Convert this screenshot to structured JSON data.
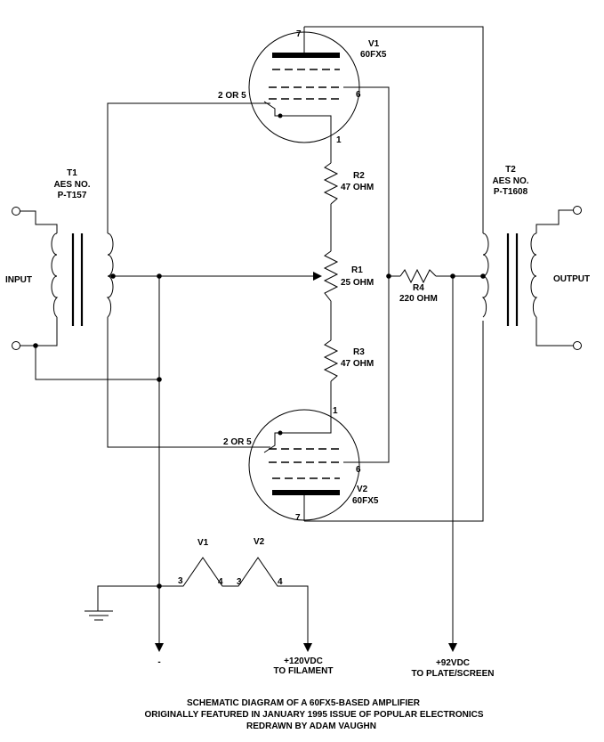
{
  "tubes": {
    "v1": {
      "name": "V1",
      "type": "60FX5",
      "pin_plate": "7",
      "pin_grid": "2 OR 5",
      "pin_screen": "6",
      "pin_cathode": "1"
    },
    "v2": {
      "name": "V2",
      "type": "60FX5",
      "pin_plate": "7",
      "pin_grid": "2 OR 5",
      "pin_screen": "6",
      "pin_cathode": "1"
    }
  },
  "transformers": {
    "t1": {
      "name": "T1",
      "line1": "AES NO.",
      "line2": "P-T157",
      "port_label": "INPUT"
    },
    "t2": {
      "name": "T2",
      "line1": "AES NO.",
      "line2": "P-T1608",
      "port_label": "OUTPUT"
    }
  },
  "resistors": {
    "r1": {
      "name": "R1",
      "value": "25 OHM"
    },
    "r2": {
      "name": "R2",
      "value": "47 OHM"
    },
    "r3": {
      "name": "R3",
      "value": "47 OHM"
    },
    "r4": {
      "name": "R4",
      "value": "220 OHM"
    }
  },
  "filament": {
    "v1_label": "V1",
    "v2_label": "V2",
    "pin_a": "3",
    "pin_b": "4",
    "pin_c": "3",
    "pin_d": "4"
  },
  "supplies": {
    "neg": "-",
    "filament_line1": "+120VDC",
    "filament_line2": "TO FILAMENT",
    "plate_line1": "+92VDC",
    "plate_line2": "TO PLATE/SCREEN"
  },
  "caption": {
    "line1": "SCHEMATIC DIAGRAM OF A 60FX5-BASED AMPLIFIER",
    "line2": "ORIGINALLY FEATURED IN JANUARY 1995 ISSUE OF POPULAR ELECTRONICS",
    "line3": "REDRAWN BY ADAM VAUGHN"
  }
}
